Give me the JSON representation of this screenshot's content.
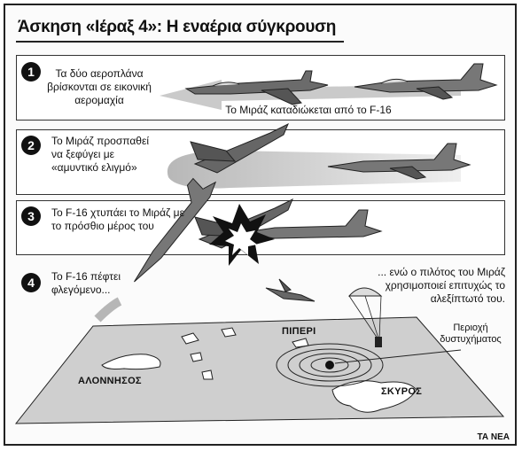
{
  "title": "Άσκηση «Ιέραξ 4»: Η εναέρια σύγκρουση",
  "steps": [
    {
      "number": "1",
      "text": "Τα δύο αεροπλάνα βρίσκονται σε εικονική αερομαχία",
      "caption": "Το Μιράζ καταδιώκεται από το F-16"
    },
    {
      "number": "2",
      "text": "Το Μιράζ προσπαθεί να ξεφύγει με «αμυντικό ελιγμό»"
    },
    {
      "number": "3",
      "text": "Το F-16 χτυπάει το Μιράζ με το πρόσθιο μέρος του"
    },
    {
      "number": "4",
      "text": "Το F-16 πέφτει φλεγόμενο...",
      "right_text": "... ενώ ο πιλότος του Μιράζ χρησιμοποιεί επιτυχώς το αλεξίπτωτό του."
    }
  ],
  "map": {
    "crash_area": "Περιοχή δυστυχήματος",
    "islands": [
      "ΠΙΠΕΡΙ",
      "ΑΛΟΝΝΗΣΟΣ",
      "ΣΚΥΡΟΣ"
    ]
  },
  "credit": "ΤΑ ΝΕΑ"
}
